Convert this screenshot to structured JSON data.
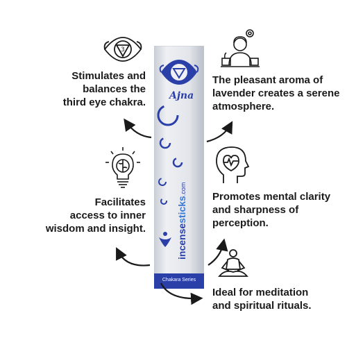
{
  "product": {
    "name": "Ajna",
    "brand_prefix": "incense",
    "brand_highlight": "sticks",
    "brand_suffix": ".com",
    "series": "Chakara Series",
    "chakra_color": "#2a3fa8",
    "box_color": "#d9dde3"
  },
  "features": [
    {
      "icon": "third-eye-chakra-icon",
      "text": "Stimulates and\nbalances the\nthird eye chakra."
    },
    {
      "icon": "relaxing-woman-icon",
      "text": "The pleasant aroma of\nlavender creates a serene\natmosphere."
    },
    {
      "icon": "brain-lightbulb-icon",
      "text": "Facilitates\naccess to inner\nwisdom and insight."
    },
    {
      "icon": "head-heartbeat-icon",
      "text": "Promotes mental clarity\nand sharpness of\nperception."
    },
    {
      "icon": "meditation-icon",
      "text": "Ideal for meditation\nand spiritual rituals."
    }
  ]
}
